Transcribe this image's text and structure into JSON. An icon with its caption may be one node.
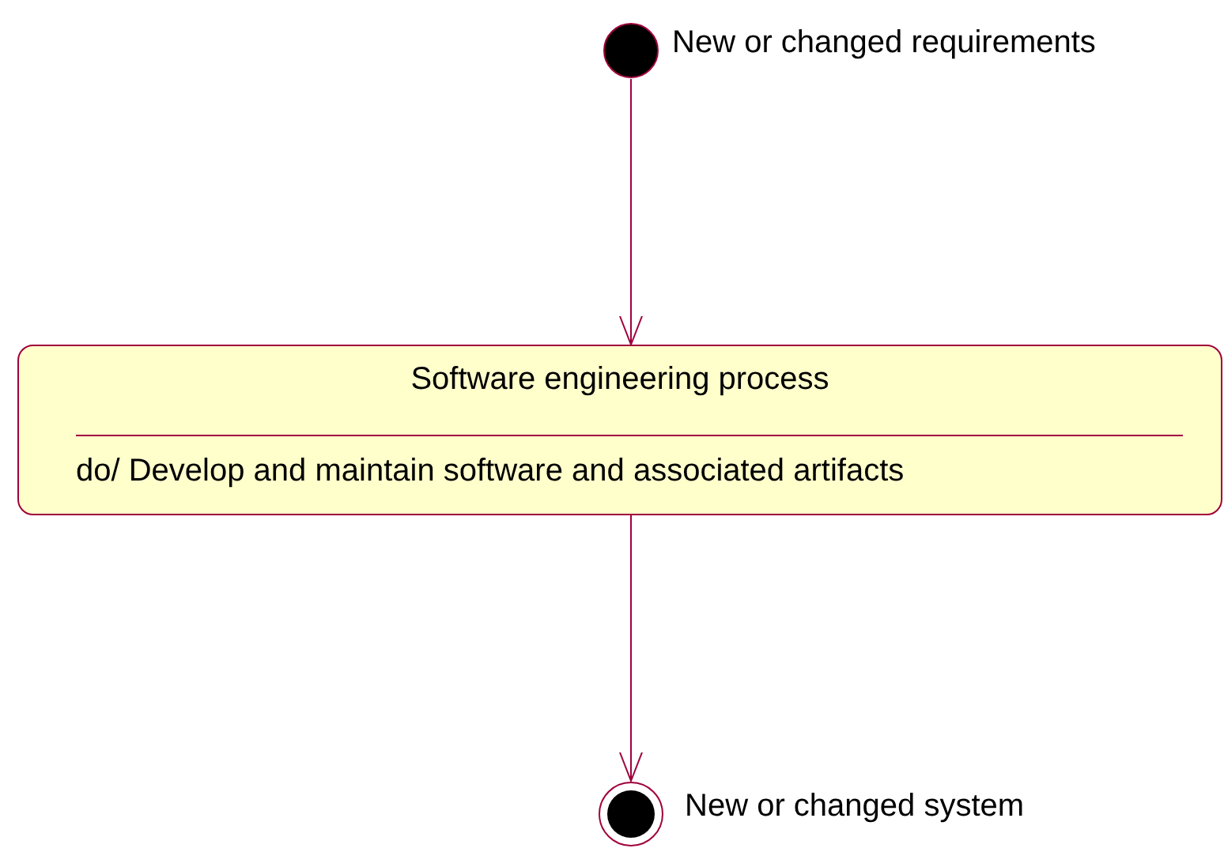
{
  "diagram": {
    "nodes": [
      {
        "text": [],
        "shape": "circle",
        "beside": [
          "New or changed requirements"
        ]
      },
      {
        "text": [
          "Software engineering process",
          "do/ Develop and maintain software and associated artifacts"
        ]
      },
      {
        "text": [],
        "shape": "circle",
        "beside": [
          "New or changed system"
        ]
      }
    ],
    "edges": [
      {
        "from": 0,
        "to": 1,
        "arrow": "to"
      },
      {
        "from": 1,
        "to": 2,
        "arrow": "to"
      }
    ]
  }
}
